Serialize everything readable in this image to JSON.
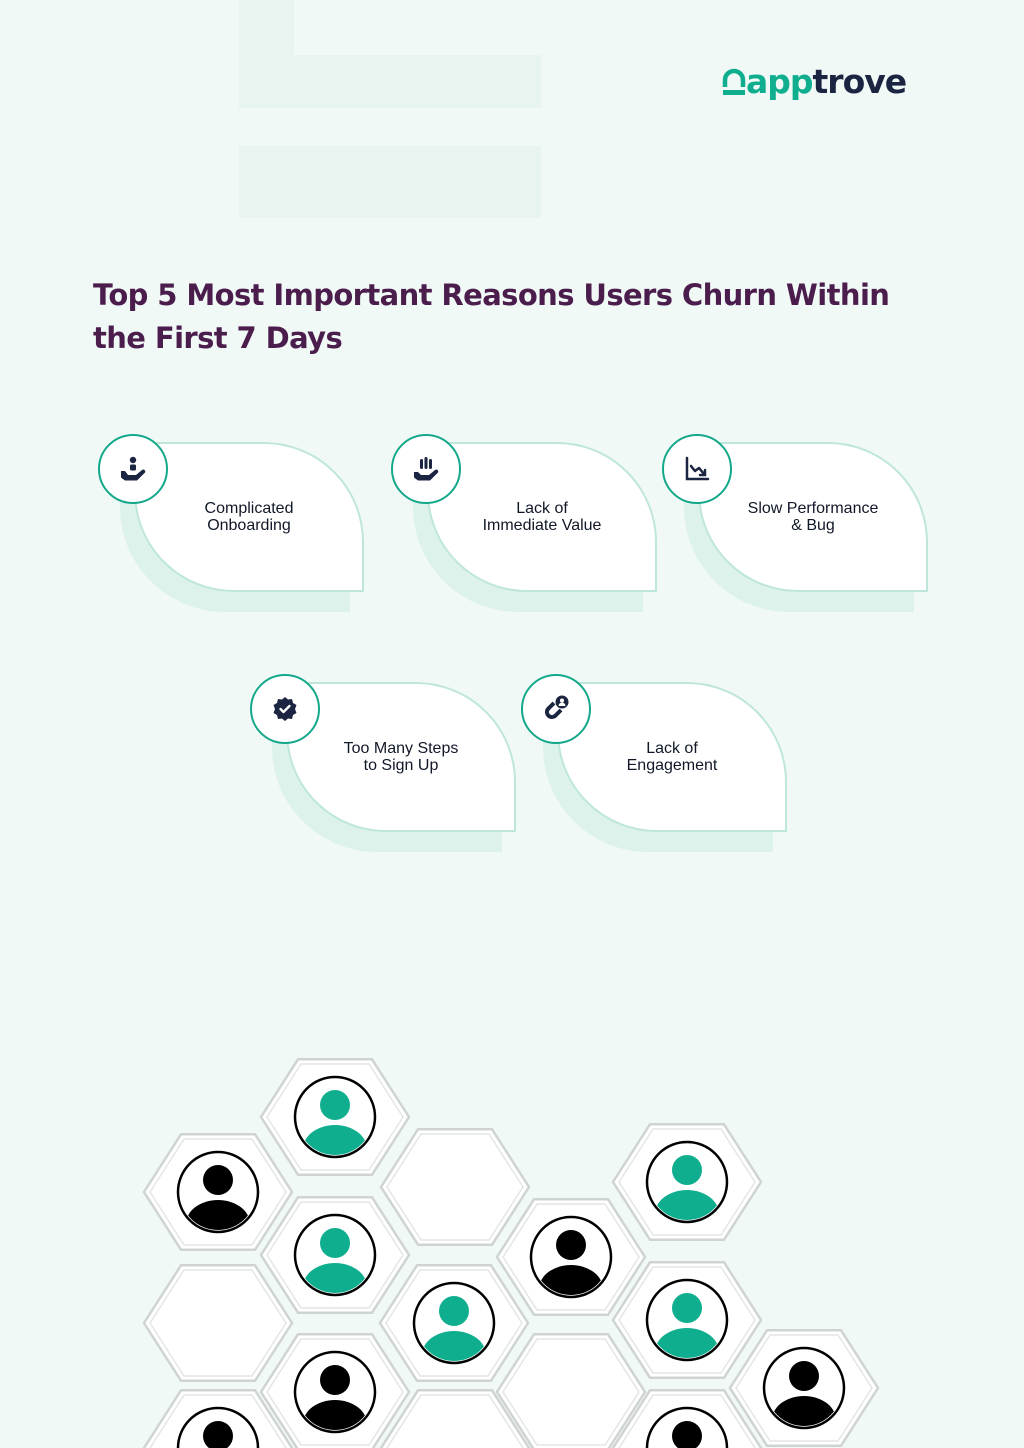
{
  "brand": {
    "logo_app": "app",
    "logo_trove": "trove",
    "colors": {
      "accent": "#0fae8e",
      "dark": "#1b2440",
      "title": "#4b1d4d",
      "background": "#f1f9f7"
    }
  },
  "title": "Top 5 Most Important Reasons Users Churn Within the First 7 Days",
  "reasons": [
    {
      "label": "Complicated\nOnboarding",
      "icon": "hand-holding-person-icon"
    },
    {
      "label": "Lack of\nImmediate Value",
      "icon": "hand-raised-icon"
    },
    {
      "label": "Slow Performance\n& Bug",
      "icon": "chart-decline-icon"
    },
    {
      "label": "Too Many Steps\nto Sign Up",
      "icon": "verified-check-badge-icon"
    },
    {
      "label": "Lack of\nEngagement",
      "icon": "magnet-user-icon"
    }
  ],
  "user_colors": {
    "teal": "#0fae8e",
    "black": "#000000"
  }
}
